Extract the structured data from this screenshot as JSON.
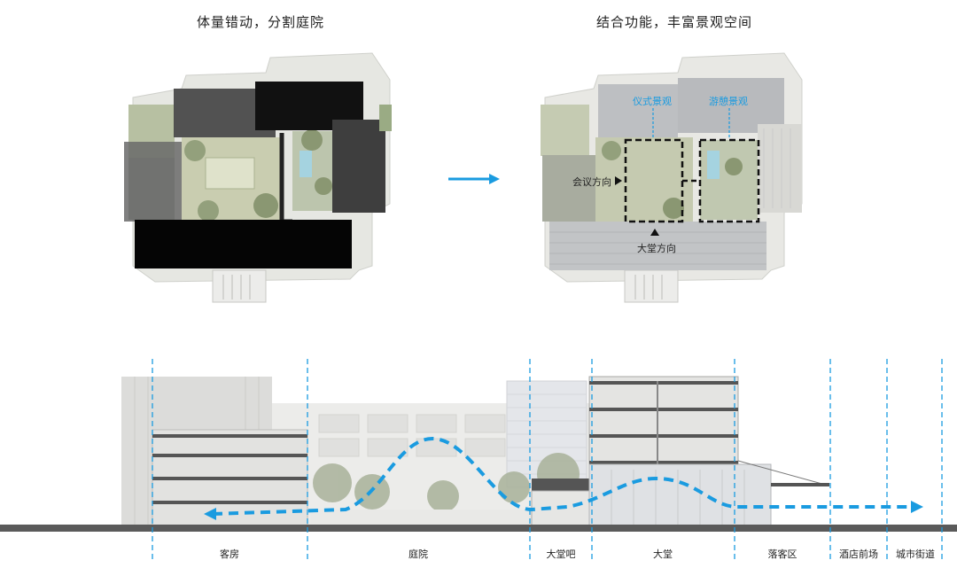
{
  "titles": {
    "left": "体量错动，分割庭院",
    "right": "结合功能，丰富景观空间"
  },
  "plan_labels": {
    "ceremony": "仪式景观",
    "leisure": "游憩景观",
    "meeting_direction": "会议方向",
    "lobby_direction": "大堂方向"
  },
  "section_zones": [
    {
      "label": "客房"
    },
    {
      "label": "庭院"
    },
    {
      "label": "大堂吧"
    },
    {
      "label": "大堂"
    },
    {
      "label": "落客区"
    },
    {
      "label": "酒店前场"
    },
    {
      "label": "城市街道"
    }
  ],
  "colors": {
    "accent_blue": "#1a9be0",
    "dark_mass": "#111111",
    "ground": "#5a5a5a"
  },
  "icons": [
    "right-arrow-icon",
    "triangle-right-icon",
    "triangle-up-icon",
    "left-arrowhead-icon",
    "right-arrowhead-icon"
  ]
}
